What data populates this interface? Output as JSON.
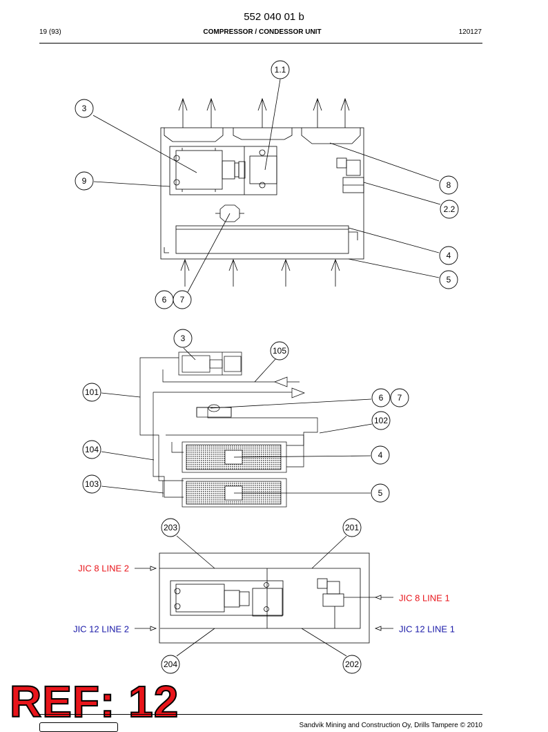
{
  "header": {
    "document_number": "552 040 01 b",
    "page": "19 (93)",
    "section_title": "COMPRESSOR / CONDESSOR UNIT",
    "date_code": "120127"
  },
  "footer": {
    "copyright": "Sandvik Mining and Construction Oy, Drills Tampere © 2010"
  },
  "stamp": {
    "text": "REF: 12",
    "color": "#e8151b"
  },
  "diagram_top": {
    "callouts": [
      "1.1",
      "3",
      "9",
      "8",
      "2.2",
      "4",
      "5",
      "6",
      "7"
    ]
  },
  "diagram_middle": {
    "callouts": [
      "3",
      "105",
      "101",
      "6",
      "7",
      "102",
      "104",
      "4",
      "103",
      "5"
    ]
  },
  "diagram_bottom": {
    "callouts": [
      "203",
      "201",
      "204",
      "202"
    ],
    "ports": {
      "jic8_line2": "JIC 8 LINE 2",
      "jic12_line2": "JIC 12 LINE 2",
      "jic8_line1": "JIC 8 LINE 1",
      "jic12_line1": "JIC 12 LINE 1"
    },
    "colors": {
      "jic8": "#e8151b",
      "jic12": "#1a1aa8"
    }
  }
}
